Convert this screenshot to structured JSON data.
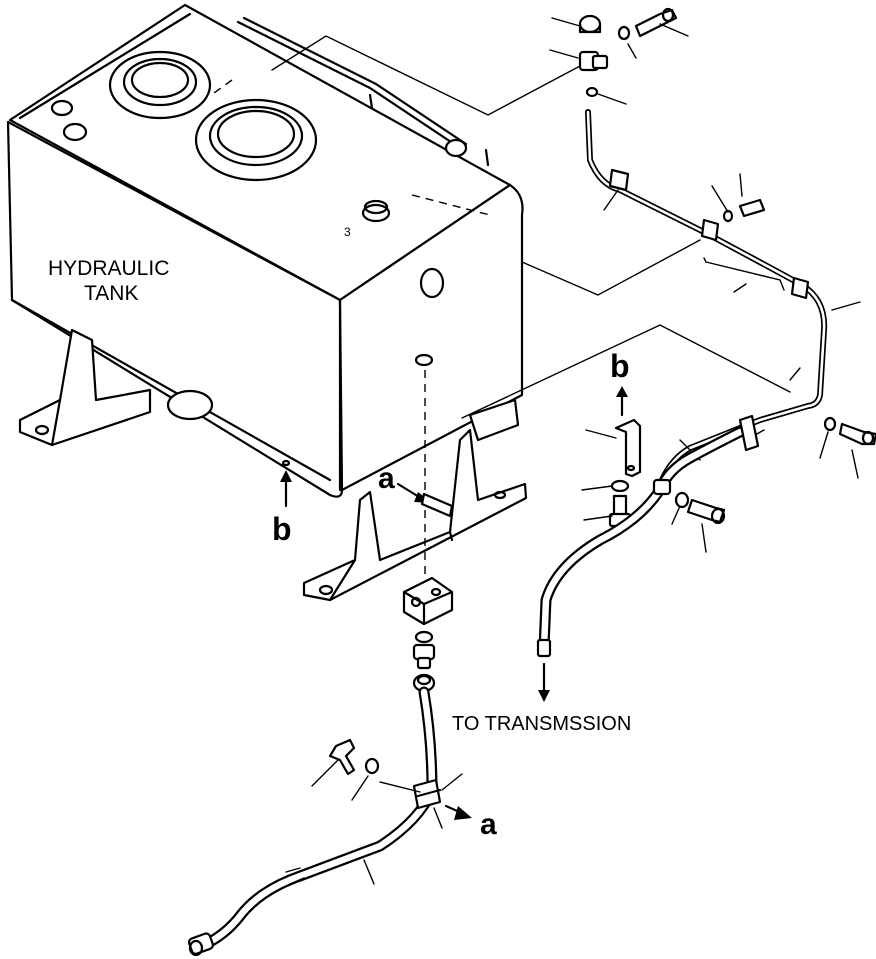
{
  "labels": {
    "tank_line1": "HYDRAULIC",
    "tank_line2": "TANK",
    "destination": "TO TRANSMSSION",
    "ref_a": "a",
    "ref_b": "b",
    "ref_mark": "3"
  },
  "colors": {
    "line": "#000000",
    "background": "#ffffff"
  }
}
